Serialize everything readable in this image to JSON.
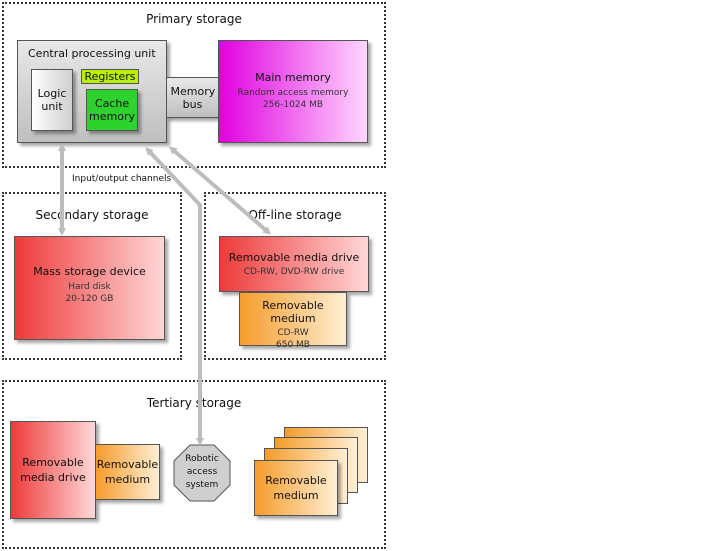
{
  "primary": {
    "title": "Primary storage",
    "cpu": {
      "label": "Central processing unit",
      "logic": "Logic unit",
      "registers": "Registers",
      "cache": "Cache memory"
    },
    "bus": "Memory bus",
    "main_memory": {
      "label": "Main memory",
      "sub1": "Random access memory",
      "sub2": "256-1024 MB"
    }
  },
  "io_label": "Input/output channels",
  "secondary": {
    "title": "Secondary storage",
    "device": {
      "label": "Mass storage device",
      "sub1": "Hard disk",
      "sub2": "20-120 GB"
    }
  },
  "offline": {
    "title": "Off-line storage",
    "drive": {
      "label": "Removable media drive",
      "sub1": "CD-RW, DVD-RW drive"
    },
    "medium": {
      "label": "Removable medium",
      "sub1": "CD-RW",
      "sub2": "650 MB"
    }
  },
  "tertiary": {
    "title": "Tertiary storage",
    "drive": "Removable media drive",
    "medium": "Removable medium",
    "robot": "Robotic access system",
    "stack_medium": "Removable medium"
  },
  "colors": {
    "arrow": "#bdbdbd",
    "red": "#ee3a3a",
    "orange": "#f59c2b",
    "magenta": "#e000e0",
    "green": "#2dd22d",
    "lime": "#b8f000"
  }
}
